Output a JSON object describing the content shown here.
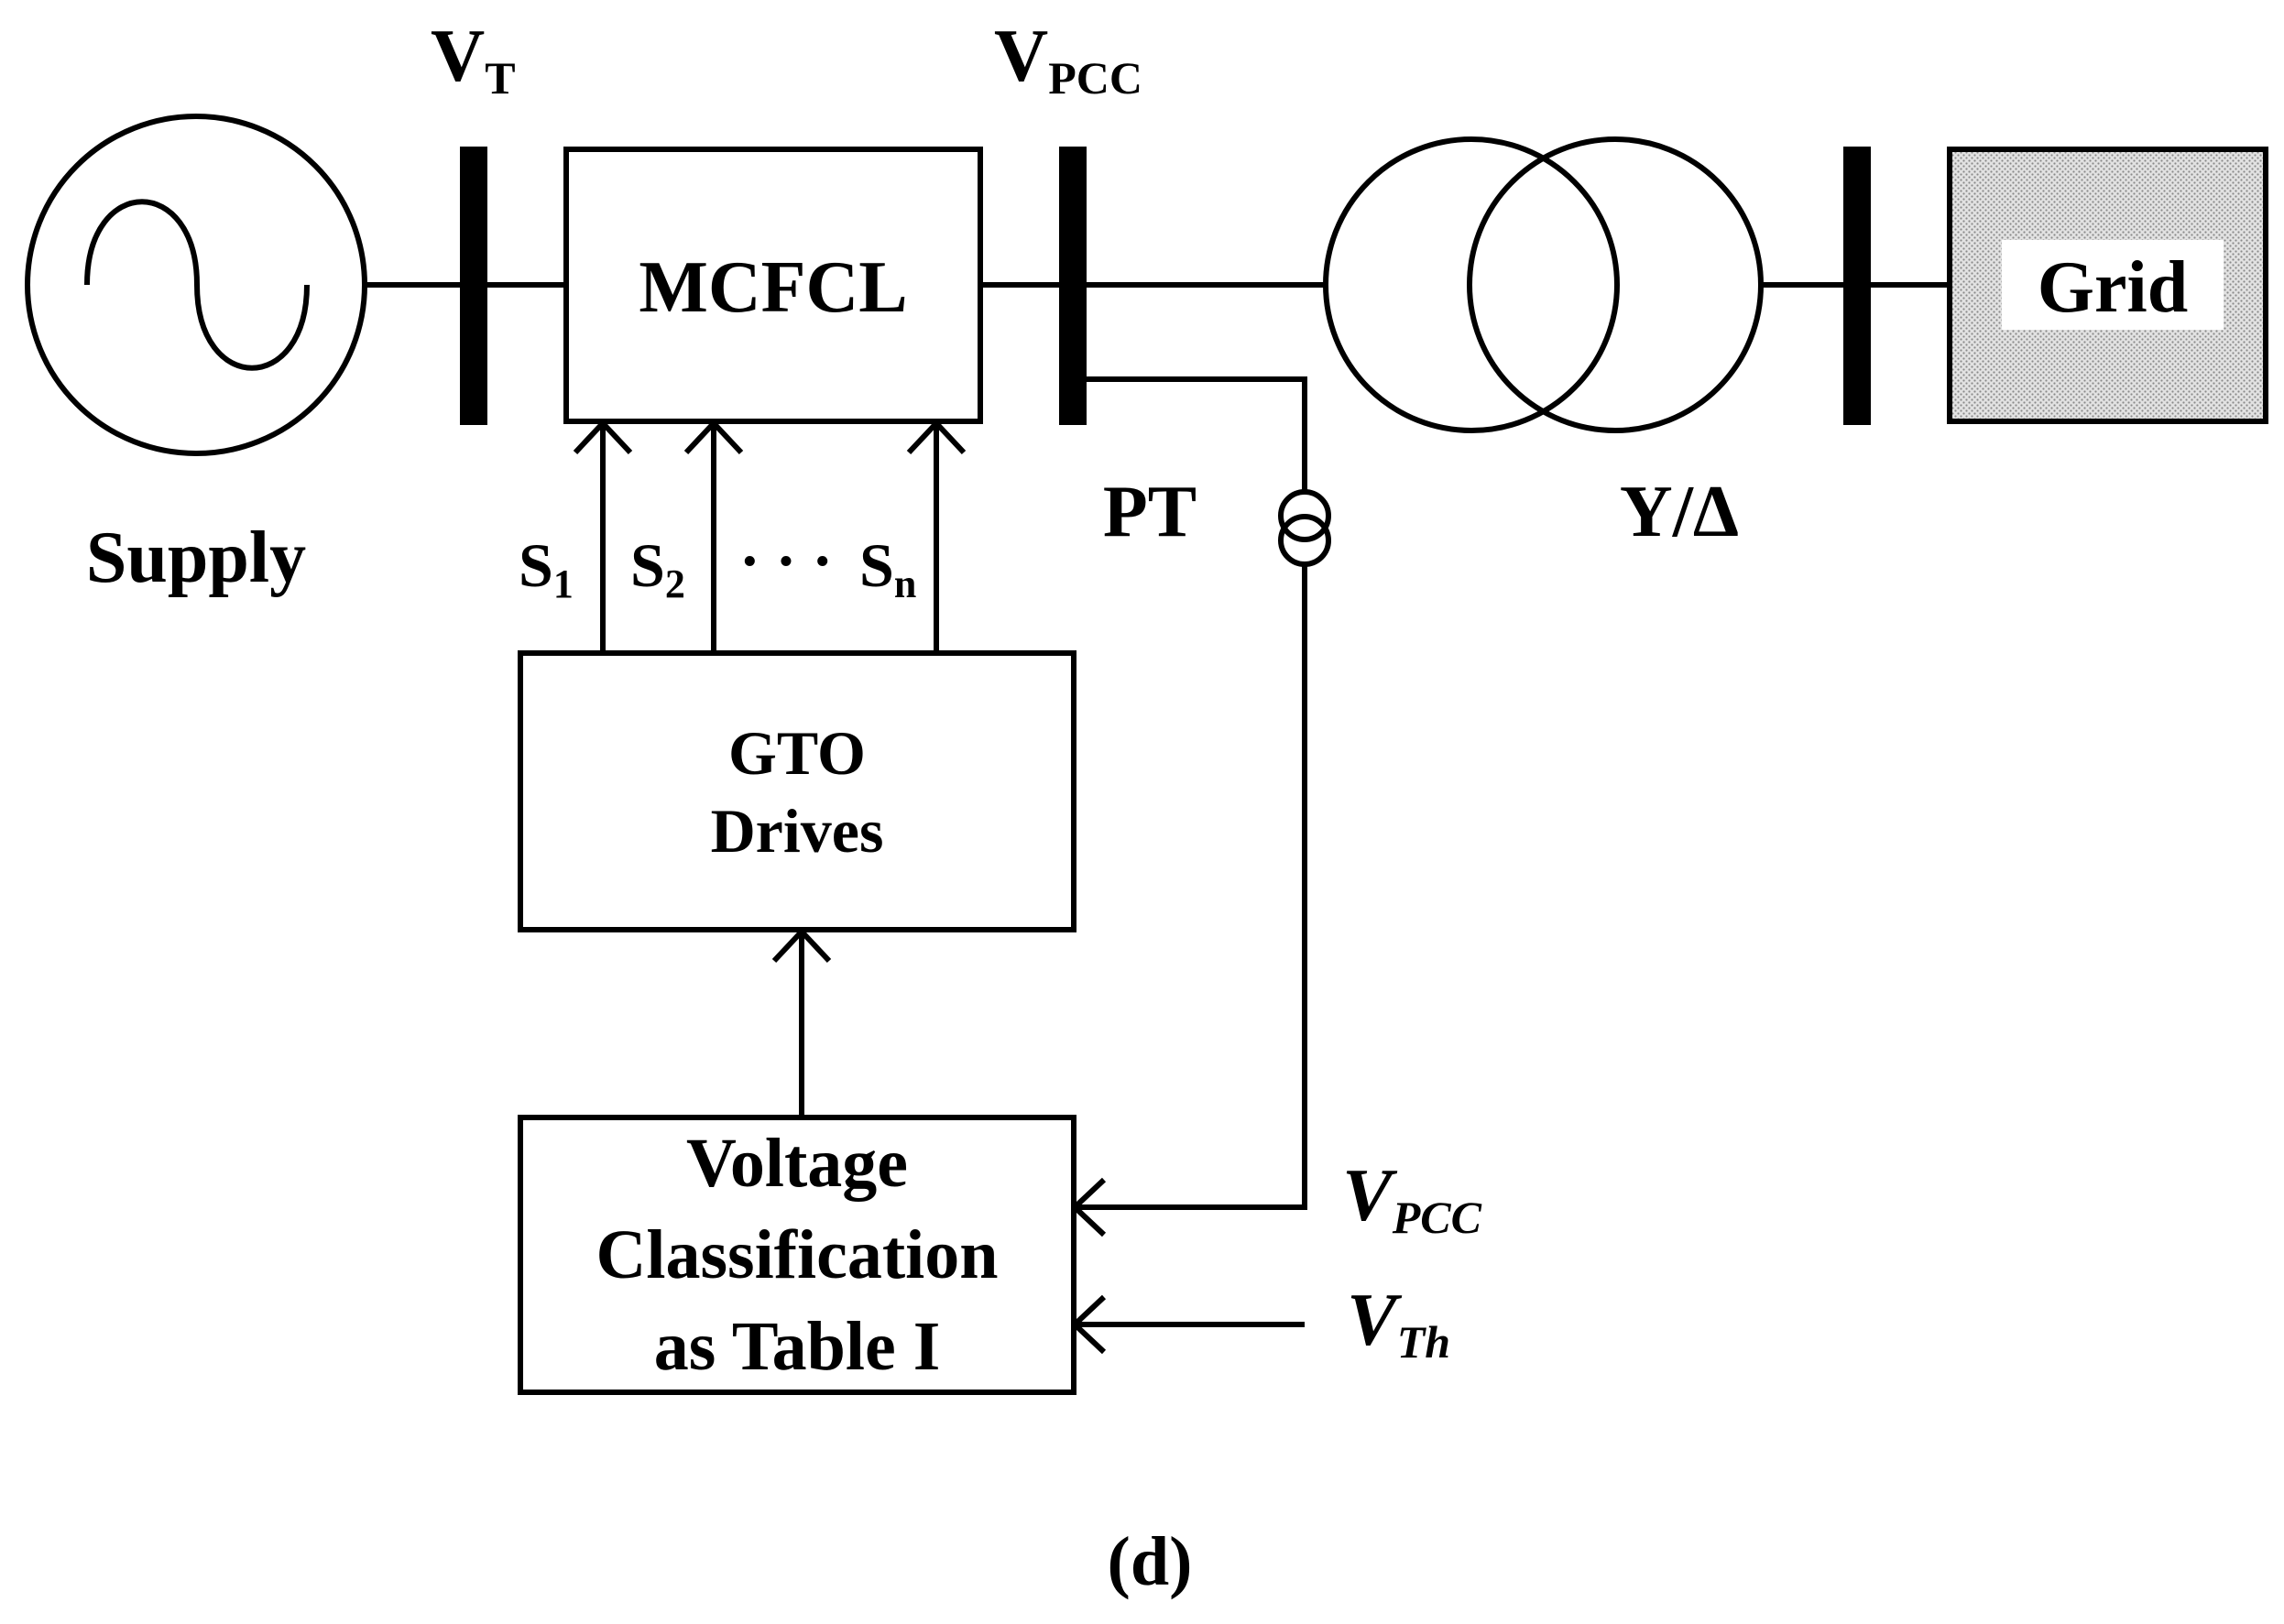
{
  "labels": {
    "vt_main": "V",
    "vt_sub": "T",
    "vpcc_main": "V",
    "vpcc_sub": "PCC",
    "mcfcl": "MCFCL",
    "grid": "Grid",
    "supply": "Supply",
    "pt": "PT",
    "transformer": "Y/Δ",
    "s1_main": "S",
    "s1_sub": "1",
    "s2_main": "S",
    "s2_sub": "2",
    "ellipsis": "· · ·",
    "sn_main": "S",
    "sn_sub": "n",
    "gto_line1": "GTO",
    "gto_line2": "Drives",
    "vc_line1": "Voltage",
    "vc_line2": "Classification",
    "vc_line3": "as Table I",
    "in_vpcc_main": "V",
    "in_vpcc_sub": "PCC",
    "in_vth_main": "V",
    "in_vth_sub": "Th",
    "caption": "(d)"
  },
  "colors": {
    "line": "#000000",
    "grid_fill": "#d8d8d8"
  },
  "icons": {
    "supply": "ac-source-sine-icon",
    "pt": "potential-transformer-icon",
    "transformer": "two-winding-transformer-icon"
  }
}
